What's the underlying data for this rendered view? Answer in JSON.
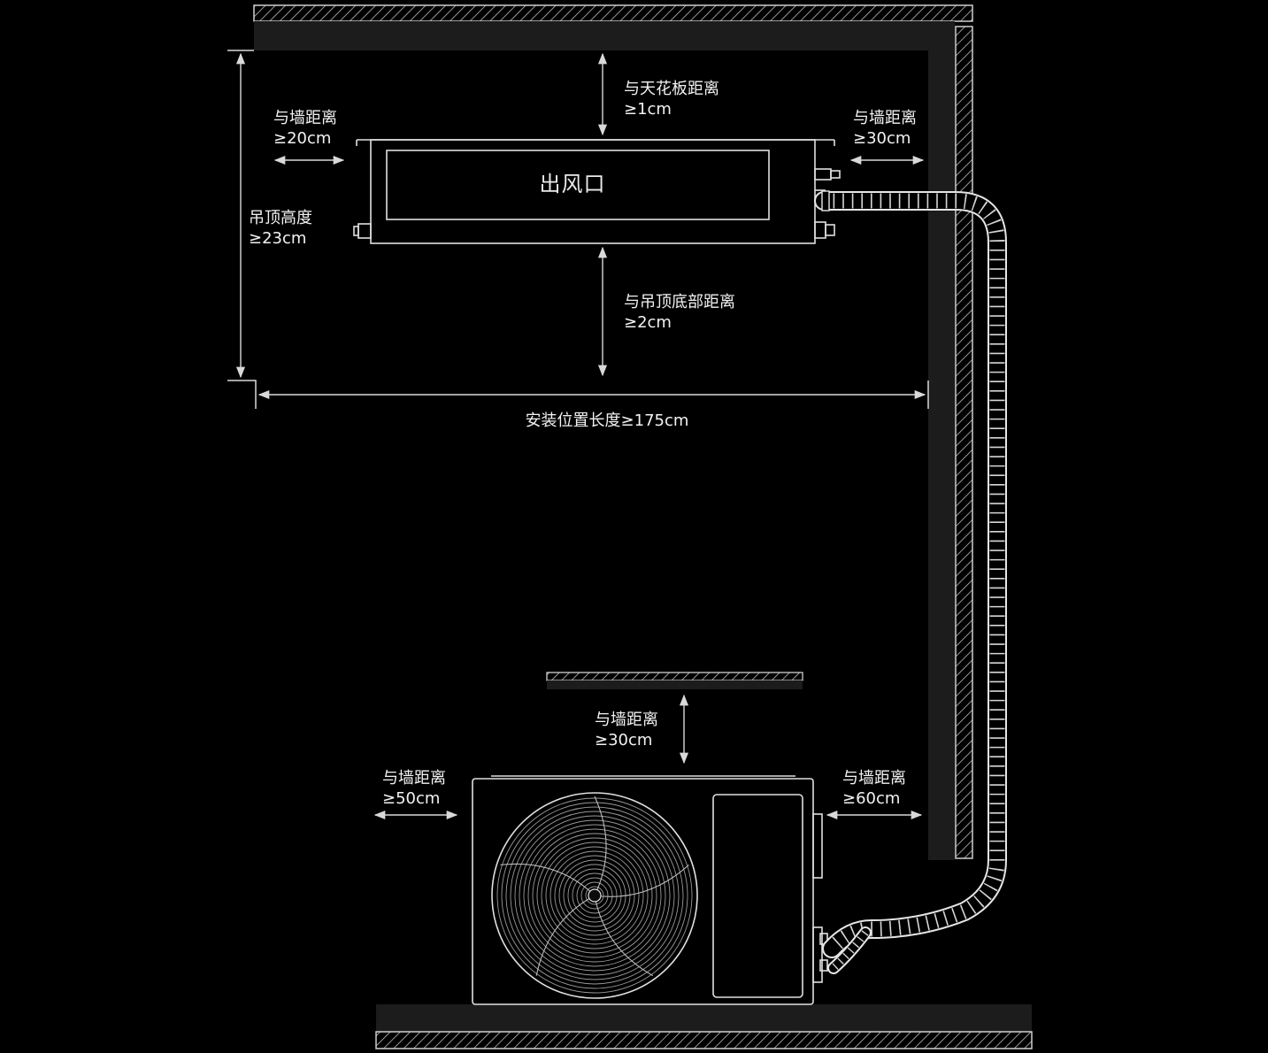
{
  "indoor": {
    "outlet_label": "出风口",
    "ceiling_gap": {
      "line1": "与天花板距离",
      "line2": "≥1cm"
    },
    "left_wall_gap": {
      "line1": "与墙距离",
      "line2": "≥20cm"
    },
    "right_wall_gap": {
      "line1": "与墙距离",
      "line2": "≥30cm"
    },
    "ceiling_height": {
      "line1": "吊顶高度",
      "line2": "≥23cm"
    },
    "bottom_gap": {
      "line1": "与吊顶底部距离",
      "line2": "≥2cm"
    },
    "install_length": "安装位置长度≥175cm"
  },
  "outdoor": {
    "back_wall_gap": {
      "line1": "与墙距离",
      "line2": "≥30cm"
    },
    "left_wall_gap": {
      "line1": "与墙距离",
      "line2": "≥50cm"
    },
    "right_wall_gap": {
      "line1": "与墙距离",
      "line2": "≥60cm"
    }
  },
  "colors": {
    "background": "#000000",
    "line": "#d9d9d9",
    "wall_fill": "#1c1c1c"
  },
  "icons": [
    "fan-grille-icon",
    "refrigerant-pipe-icon",
    "double-arrow-icon"
  ]
}
